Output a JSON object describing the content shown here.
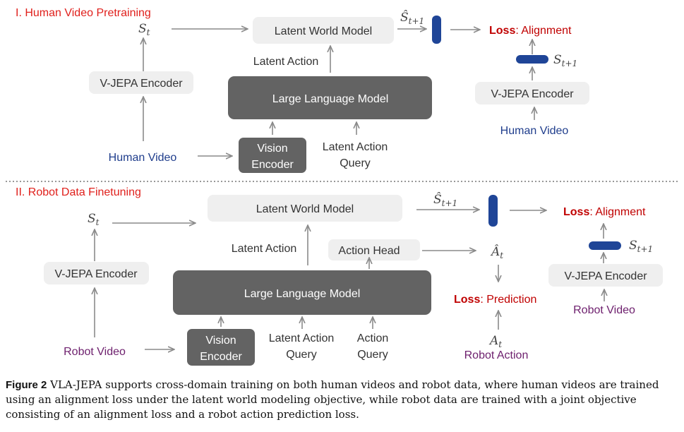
{
  "sections": {
    "pretrain": {
      "title": "I. Human Video Pretraining",
      "latent_world_model": "Latent World Model",
      "latent_action": "Latent Action",
      "llm": "Large Language Model",
      "vision_encoder": [
        "Vision",
        "Encoder"
      ],
      "latent_action_query": [
        "Latent Action",
        "Query"
      ],
      "vjepa_left": "V-JEPA Encoder",
      "human_video_left": "Human Video",
      "s_t": "S",
      "s_t_sub": "t",
      "s_hat_next": "Ŝ",
      "s_hat_next_sub": "t+1",
      "s_next": "S",
      "s_next_sub": "t+1",
      "loss_word": "Loss",
      "loss_alignment": ": Alignment",
      "vjepa_right": "V-JEPA Encoder",
      "human_video_right": "Human Video"
    },
    "finetune": {
      "title": "II. Robot Data Finetuning",
      "latent_world_model": "Latent World Model",
      "latent_action": "Latent Action",
      "action_head": "Action Head",
      "llm": "Large Language Model",
      "vision_encoder": [
        "Vision",
        "Encoder"
      ],
      "latent_action_query": [
        "Latent Action",
        "Query"
      ],
      "action_query": [
        "Action",
        "Query"
      ],
      "vjepa_left": "V-JEPA Encoder",
      "robot_video_left": "Robot Video",
      "s_t": "S",
      "s_t_sub": "t",
      "s_hat_next": "Ŝ",
      "s_hat_next_sub": "t+1",
      "a_hat": "Â",
      "a_hat_sub": "t",
      "a_t": "A",
      "a_t_sub": "t",
      "robot_action": "Robot Action",
      "loss_word": "Loss",
      "loss_prediction": ": Prediction",
      "loss_alignment": ": Alignment",
      "s_next": "S",
      "s_next_sub": "t+1",
      "vjepa_right": "V-JEPA Encoder",
      "robot_video_right": "Robot Video"
    }
  },
  "caption": {
    "figure_label": "Figure 2",
    "text": " VLA-JEPA supports cross-domain training on both human videos and robot data, where human videos are trained using an alignment loss under the latent world modeling objective, while robot data are trained with a joint objective consisting of an alignment loss and a robot action prediction loss."
  },
  "colors": {
    "title_red": "#e0201c",
    "loss_red": "#c00000",
    "human_blue": "#1f3d8c",
    "robot_purple": "#6d1f6d",
    "token_blue": "#1f4597",
    "light_box": "#efefef",
    "dark_box": "#636363",
    "arrow_gray": "#8a8a8a"
  }
}
